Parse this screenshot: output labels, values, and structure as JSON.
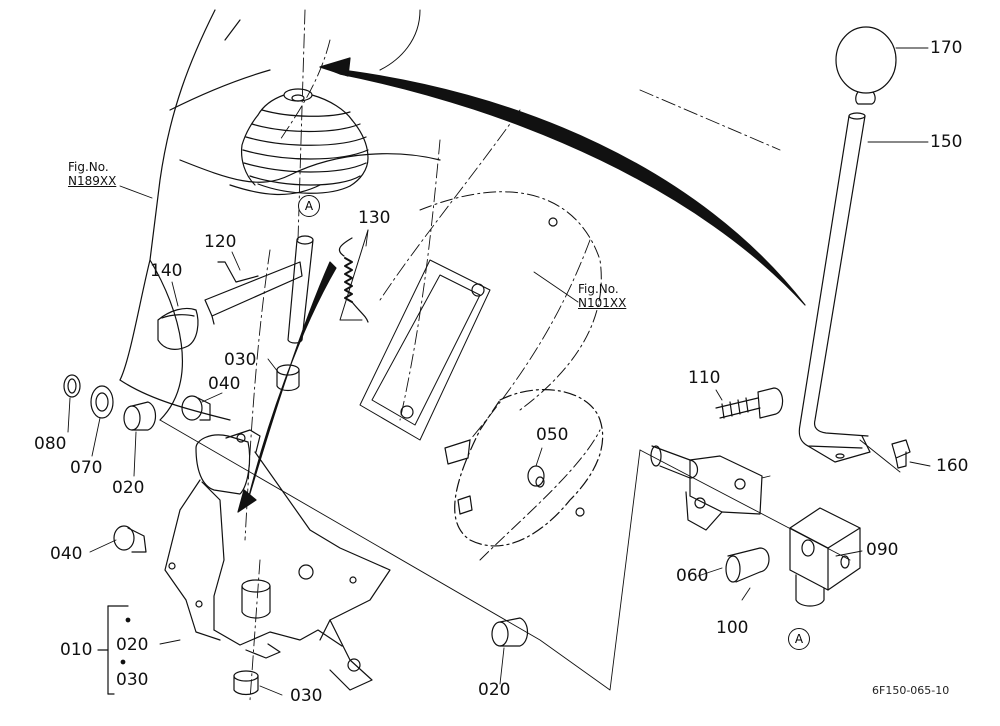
{
  "figure_refs": [
    {
      "label": "Fig.No.",
      "number": "N189XX"
    },
    {
      "label": "Fig.No.",
      "number": "N101XX"
    }
  ],
  "connector": "A",
  "parts": {
    "p170": "170",
    "p150": "150",
    "p130": "130",
    "p120": "120",
    "p140": "140",
    "p030a": "030",
    "p040a": "040",
    "p080": "080",
    "p070": "070",
    "p020a": "020",
    "p050": "050",
    "p110": "110",
    "p160": "160",
    "p090": "090",
    "p060": "060",
    "p100": "100",
    "p040b": "040",
    "p010": "010",
    "p020b": "020",
    "p030b": "030",
    "p030c": "030",
    "p020c": "020"
  },
  "doc_id": "6F150-065-10",
  "colors": {
    "ink": "#111111",
    "paper": "#ffffff"
  }
}
